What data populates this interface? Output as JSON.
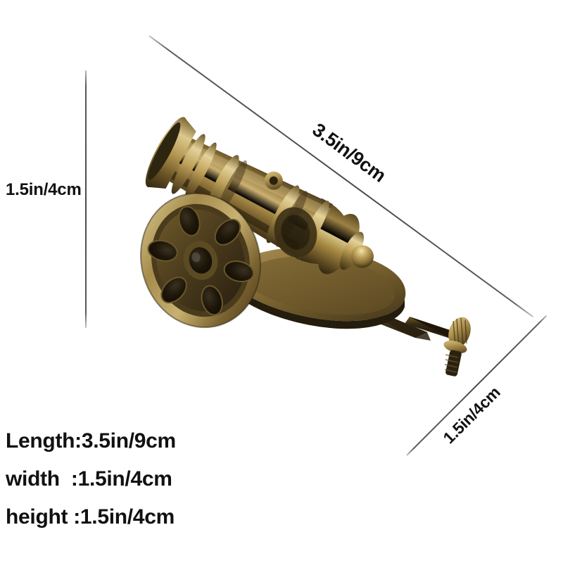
{
  "page": {
    "background_color": "#ffffff",
    "kind": "product-dimension-photo"
  },
  "product": {
    "name": "miniature-antique-cannon",
    "description": "Antique bronze brass miniature cannon model with spoked wheel and crank handle",
    "colors": {
      "brass_light": "#cdb06a",
      "brass_mid": "#9b7f42",
      "brass_dark": "#5e4a24",
      "bronze_shadow": "#3a2f18",
      "highlight": "#e8dca8",
      "dark_hole": "#241c10"
    }
  },
  "callouts": {
    "length": {
      "label": "3.5in/9cm",
      "axis": "length",
      "line": "diagonal-top-right"
    },
    "height": {
      "label": "1.5in/4cm",
      "axis": "height",
      "line": "vertical-left"
    },
    "width": {
      "label": "1.5in/4cm",
      "axis": "width",
      "line": "diagonal-bottom-right"
    },
    "line_color": "#4a4a4a"
  },
  "specs": {
    "lines": [
      "Length:3.5in/9cm",
      "width  :1.5in/4cm",
      "height :1.5in/4cm"
    ],
    "length_label": "Length:3.5in/9cm",
    "width_label": "width  :1.5in/4cm",
    "height_label": "height :1.5in/4cm",
    "text_color": "#111111"
  }
}
